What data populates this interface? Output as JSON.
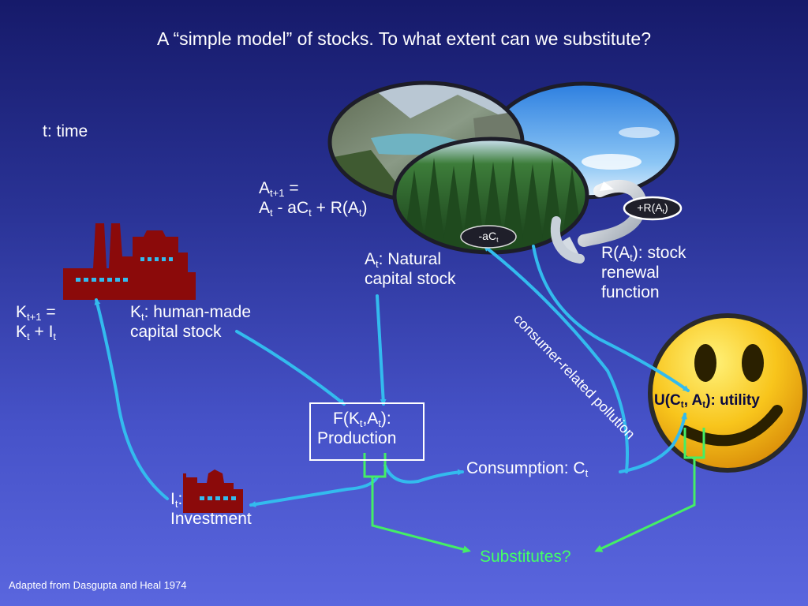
{
  "slide": {
    "title": "A “simple model” of stocks.  To what extent can we substitute?",
    "footer": "Adapted from Dasgupta and Heal 1974",
    "colors": {
      "arrow_blue": "#33bbee",
      "arrow_green": "#44ee66",
      "substitutes_text": "#44ff66",
      "factory": "#8b0a0a"
    }
  },
  "labels": {
    "time": "t: time",
    "a_update_line1": {
      "pre": "A",
      "sub": "t+1",
      "post": " ="
    },
    "a_update_line2": {
      "a1": "A",
      "s1": "t",
      "m1": " - aC",
      "s2": "t",
      "m2": " + R(A",
      "s3": "t",
      "m3": ")"
    },
    "k_update_line1": {
      "pre": "K",
      "sub": "t+1",
      "post": " ="
    },
    "k_update_line2": {
      "a1": "K",
      "s1": "t",
      "m1": " + I",
      "s2": "t"
    },
    "human_capital": {
      "k": "K",
      "sub": "t",
      "line1_rest": ": human-made",
      "line2": "capital stock"
    },
    "natural_capital": {
      "a": "A",
      "sub": "t",
      "line1_rest": ": Natural",
      "line2": "capital stock"
    },
    "renewal": {
      "r": "R(A",
      "sub": "t",
      "line1_rest": "): stock",
      "line2": "renewal",
      "line3": "function"
    },
    "production": {
      "f": "F(K",
      "s1": "t",
      "m1": ",A",
      "s2": "t",
      "m2": "):",
      "line2": "Production"
    },
    "consumption": {
      "pre": "Consumption: C",
      "sub": "t"
    },
    "investment": {
      "i": "I",
      "sub": "t",
      "colon": ":",
      "line2": "Investment"
    },
    "utility": {
      "pre": "U(C",
      "s1": "t",
      "m1": ", A",
      "s2": "t",
      "post": "): utility"
    },
    "pollution": "consumer-related pollution",
    "substitutes": "Substitutes?",
    "minus_ac": {
      "pre": "-aC",
      "sub": "t"
    },
    "plus_r": {
      "pre": "+R(A",
      "sub": "t",
      "post": ")"
    }
  },
  "icons": {
    "factory_large": "factory-icon",
    "factory_small": "factory-icon",
    "smiley": "smiley-face-icon",
    "landscape": "landscape-photo",
    "sky": "sky-photo",
    "forest": "forest-photo",
    "renewal_arrow": "circular-arrow-icon"
  }
}
